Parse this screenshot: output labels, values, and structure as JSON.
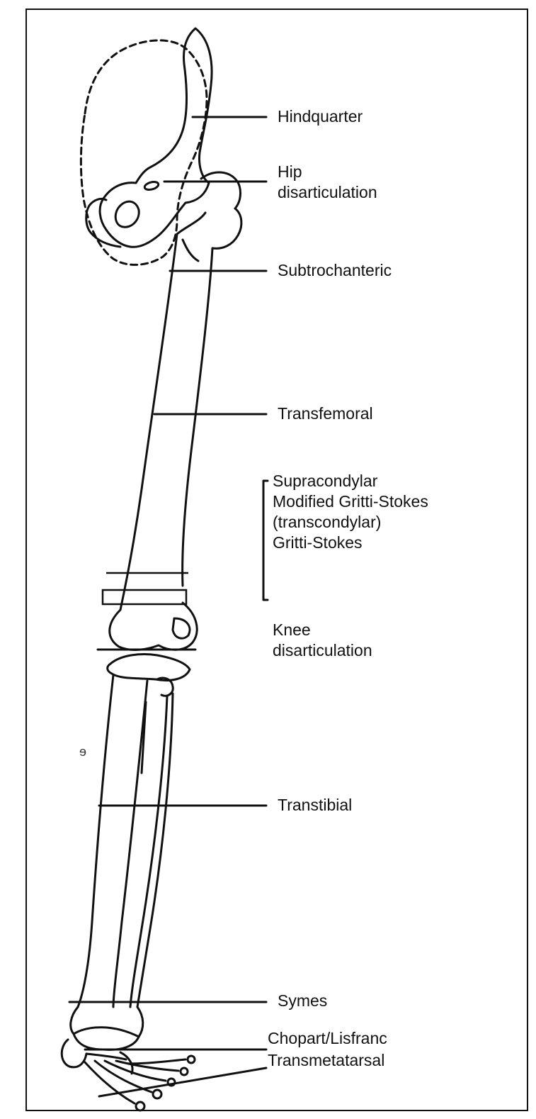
{
  "figure": {
    "labels": {
      "hindquarter": "Hindquarter",
      "hip": "Hip\ndisarticulation",
      "subtrochanteric": "Subtrochanteric",
      "transfemoral": "Transfemoral",
      "supracondylar_group": "Supracondylar\nModified Gritti-Stokes\n(transcondylar)\nGritti-Stokes",
      "knee": "Knee\ndisarticulation",
      "transtibial": "Transtibial",
      "symes": "Symes",
      "chopart": "Chopart/Lisfranc",
      "transmetatarsal": "Transmetatarsal"
    }
  },
  "colors": {
    "line": "#111111",
    "ghost": "#cfcfcf"
  }
}
